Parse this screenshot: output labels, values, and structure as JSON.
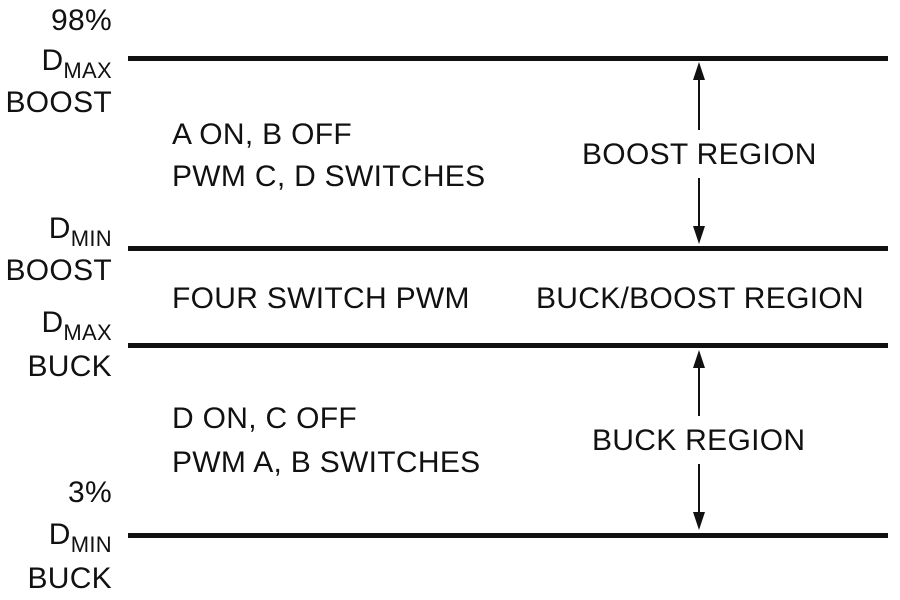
{
  "levels": {
    "dmax_boost": {
      "percent": "98%",
      "d": "D",
      "sub": "MAX",
      "mode": "BOOST"
    },
    "dmin_boost": {
      "d": "D",
      "sub": "MIN",
      "mode": "BOOST"
    },
    "dmax_buck": {
      "d": "D",
      "sub": "MAX",
      "mode": "BUCK"
    },
    "dmin_buck": {
      "percent": "3%",
      "d": "D",
      "sub": "MIN",
      "mode": "BUCK"
    }
  },
  "regions": {
    "boost": {
      "line1": "A ON, B OFF",
      "line2": "PWM C, D SWITCHES",
      "name": "BOOST REGION"
    },
    "buck_boost": {
      "line1": "FOUR SWITCH PWM",
      "name": "BUCK/BOOST REGION"
    },
    "buck": {
      "line1": "D ON, C OFF",
      "line2": "PWM A, B SWITCHES",
      "name": "BUCK REGION"
    }
  }
}
